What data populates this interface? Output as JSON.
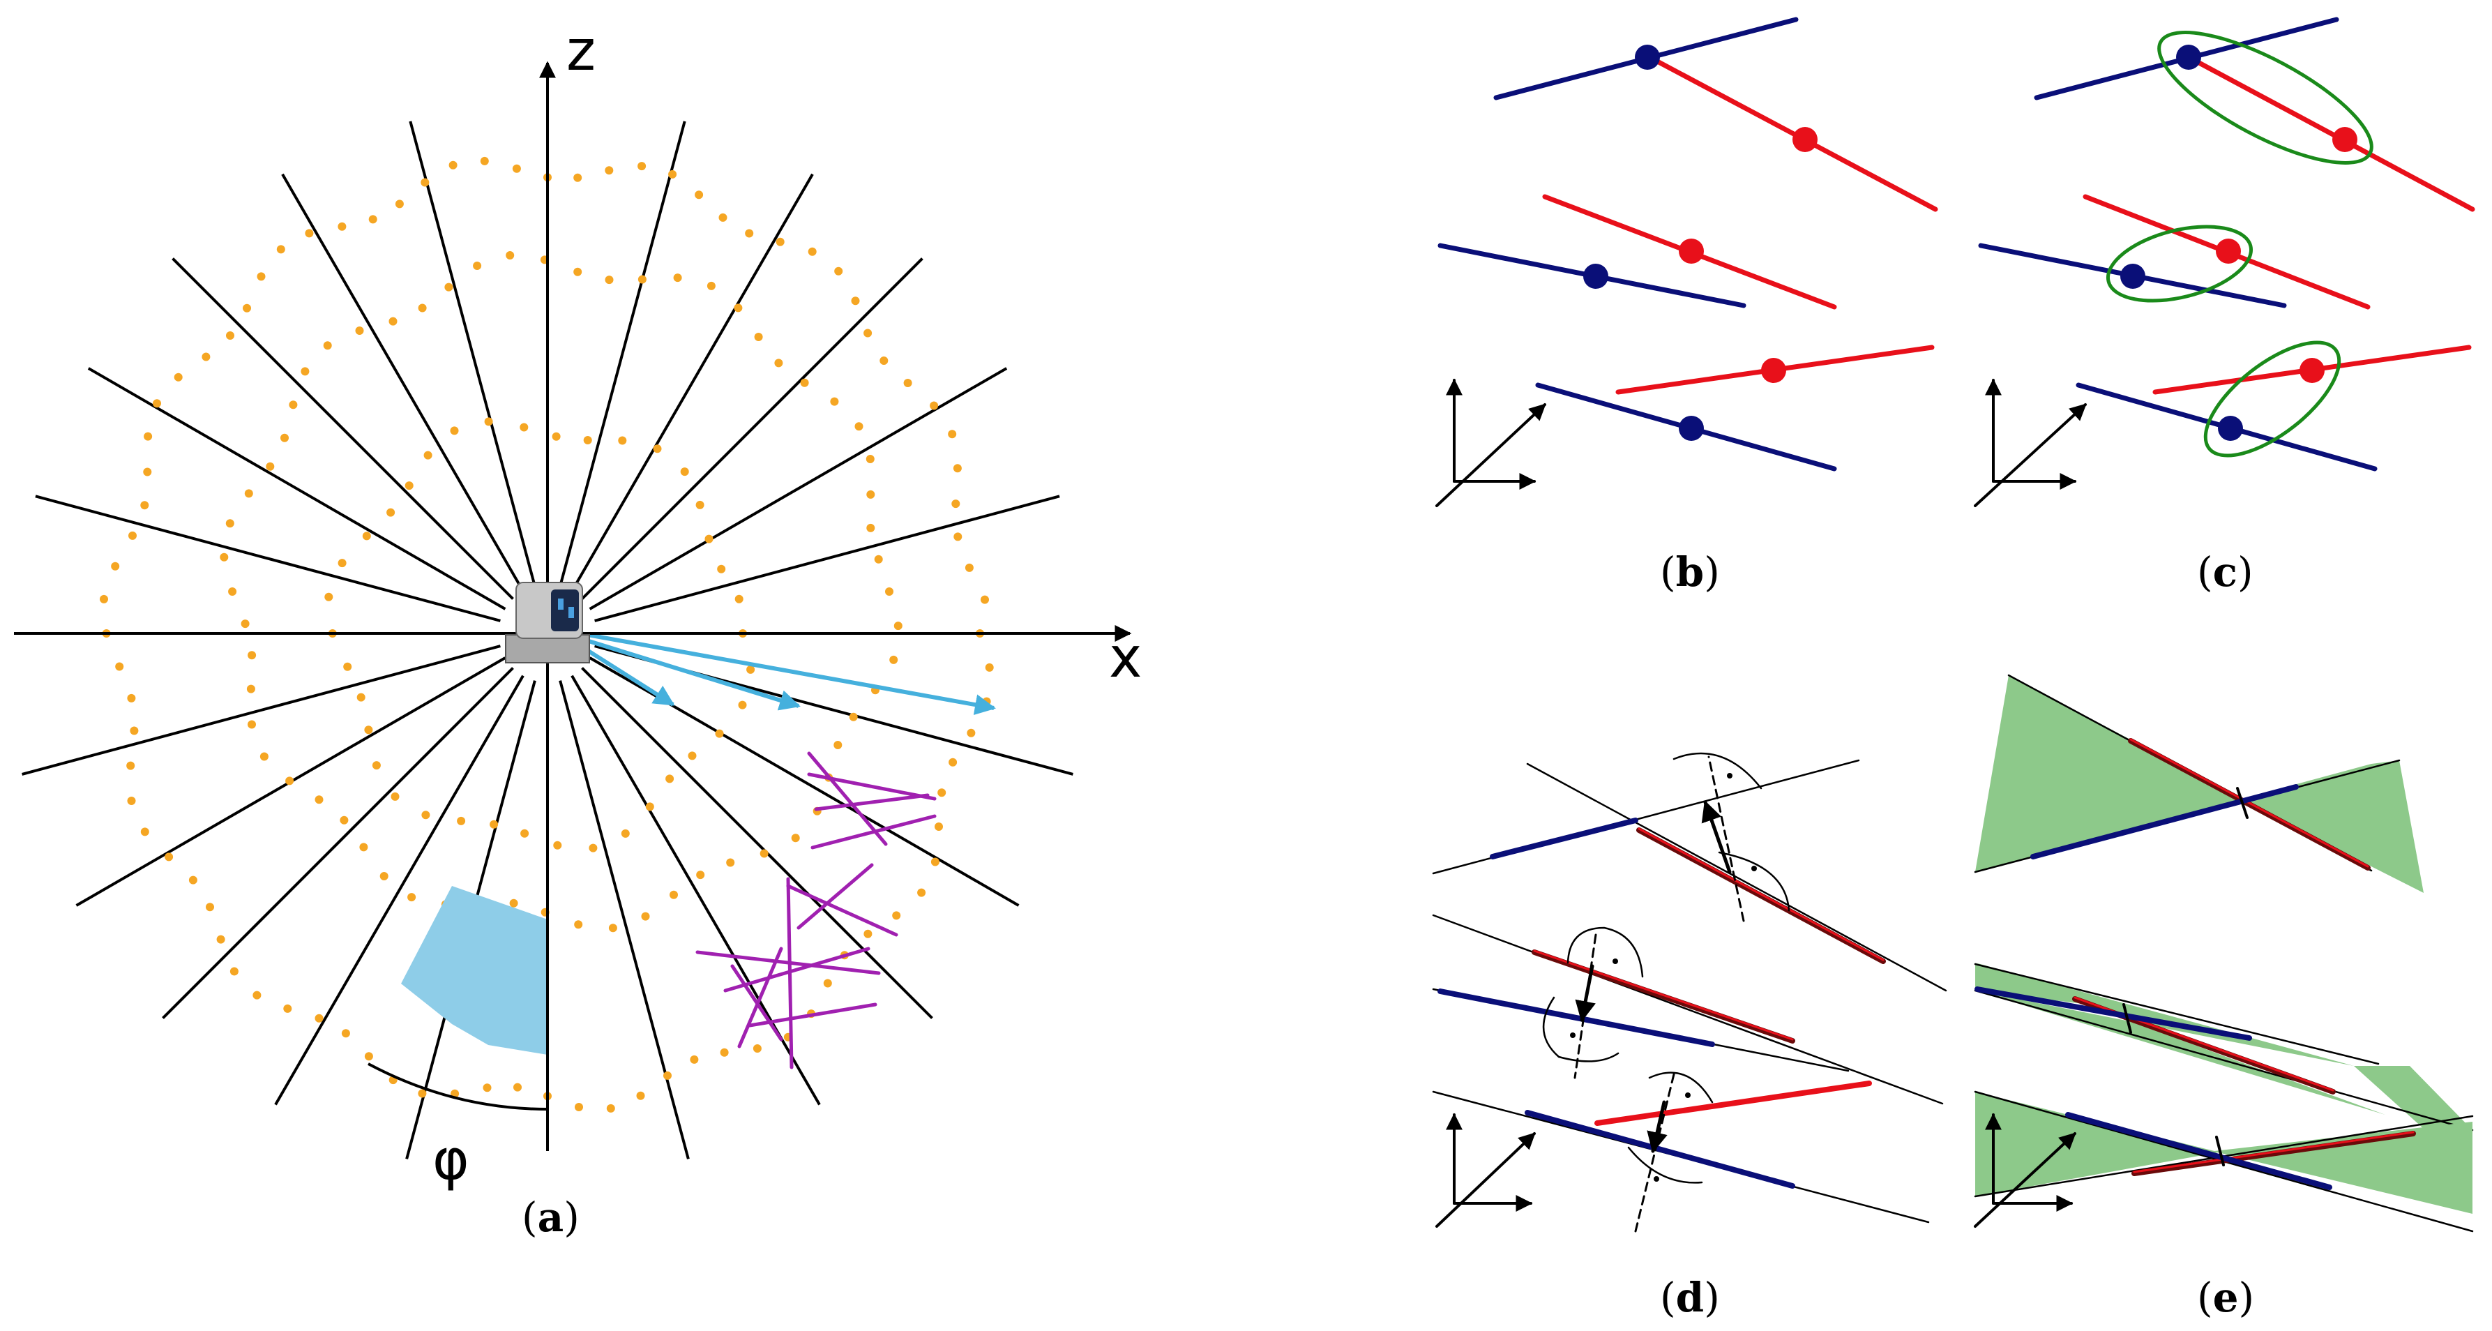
{
  "panels": {
    "a": {
      "caption_letter": "a",
      "axis_z": "z",
      "axis_x": "x",
      "angle_label": "φ"
    },
    "b": {
      "caption_letter": "b"
    },
    "c": {
      "caption_letter": "c"
    },
    "d": {
      "caption_letter": "d"
    },
    "e": {
      "caption_letter": "e"
    }
  },
  "colors": {
    "orange_points": "#f5a623",
    "arrow_blue": "#45b0dd",
    "sector_fill": "#8ecde8",
    "magenta": "#a020b0",
    "segment_blue": "#0a0f78",
    "segment_red": "#e8101a",
    "ellipse_green": "#1a8a1a",
    "region_green": "#8dc98a"
  },
  "icons": {
    "sensor": "lidar-scanner-icon"
  }
}
